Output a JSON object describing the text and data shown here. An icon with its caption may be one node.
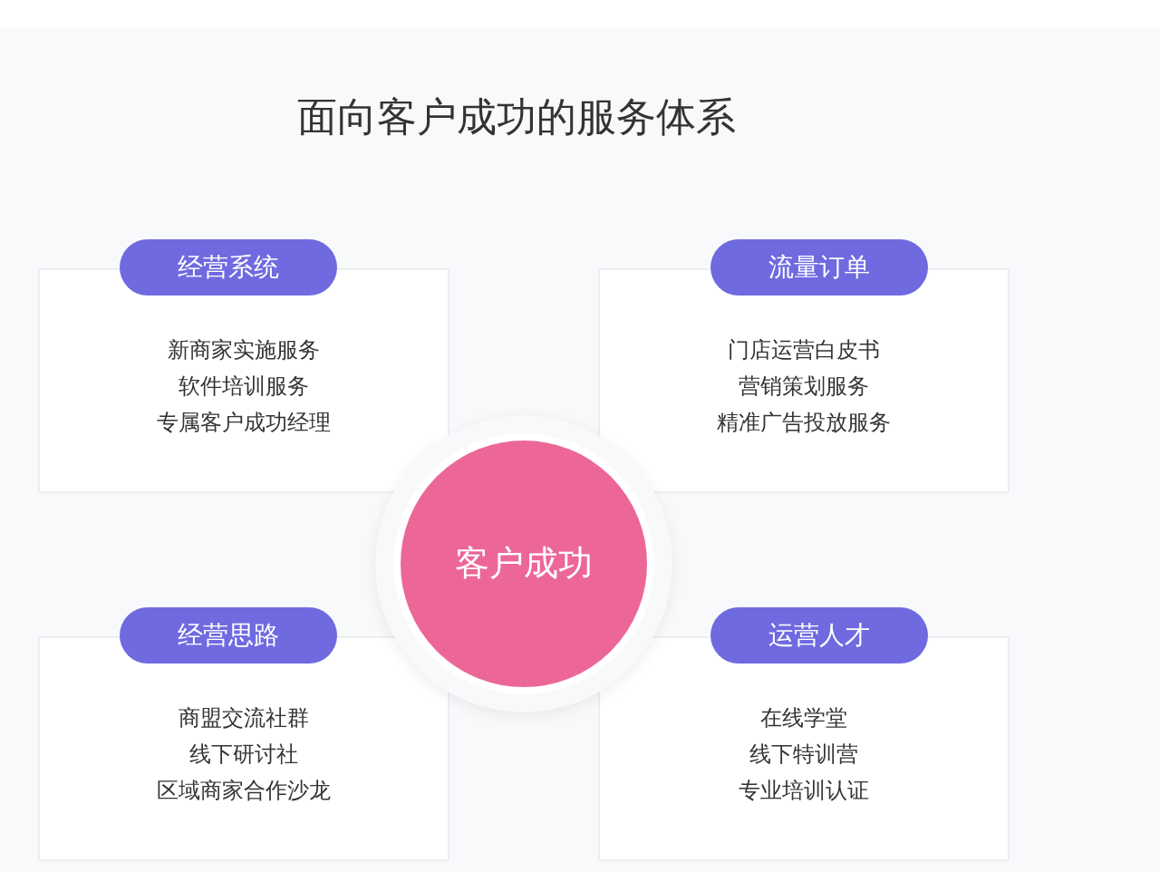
{
  "diagram": {
    "title": "面向客户成功的服务体系",
    "nodes": [
      {
        "text": [
          "经营系统"
        ]
      },
      {
        "text": [
          "新商家实施服务",
          "软件培训服务",
          "专属客户成功经理"
        ]
      },
      {
        "text": [
          "流量订单"
        ]
      },
      {
        "text": [
          "门店运营白皮书",
          "营销策划服务",
          "精准广告投放服务"
        ]
      },
      {
        "text": [
          "客户成功"
        ]
      },
      {
        "text": [
          "经营思路"
        ]
      },
      {
        "text": [
          "商盟交流社群",
          "线下研讨社",
          "区域商家合作沙龙"
        ]
      },
      {
        "text": [
          "运营人才"
        ]
      },
      {
        "text": [
          "在线学堂",
          "线下特训营",
          "专业培训认证"
        ]
      }
    ]
  }
}
